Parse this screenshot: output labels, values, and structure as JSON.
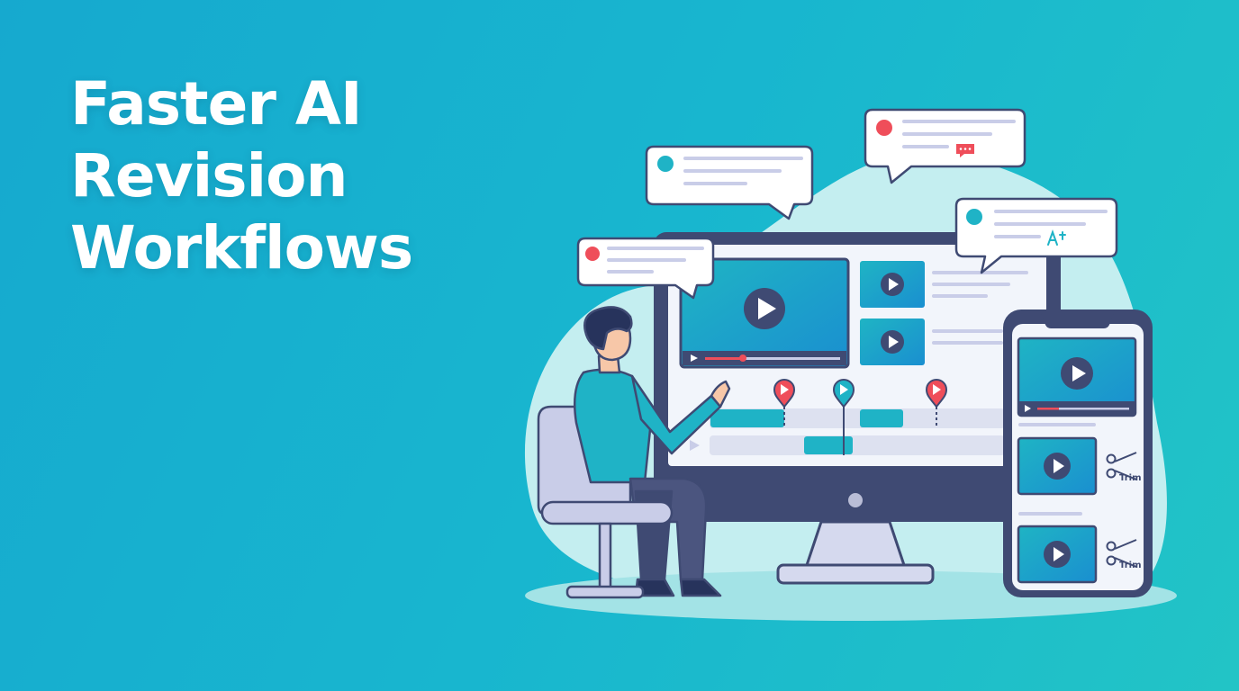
{
  "headline": {
    "lines": [
      "Faster AI",
      "Revision",
      "Workflows"
    ]
  },
  "mobile": {
    "trim_label": "Trim"
  },
  "colors": {
    "background_start": "#16a9cf",
    "background_end": "#22c4c6",
    "outline": "#3f4a73",
    "teal_accent": "#18b4c6",
    "red_accent": "#ef4e5a",
    "bubble_fill": "#ffffff",
    "screen_fill": "#f2f5fb",
    "chair": "#c9cde8"
  },
  "icons": [
    "chat-bubble-icon",
    "play-icon",
    "map-pin-icon",
    "scissors-icon",
    "text-edit-icon",
    "comment-icon"
  ]
}
